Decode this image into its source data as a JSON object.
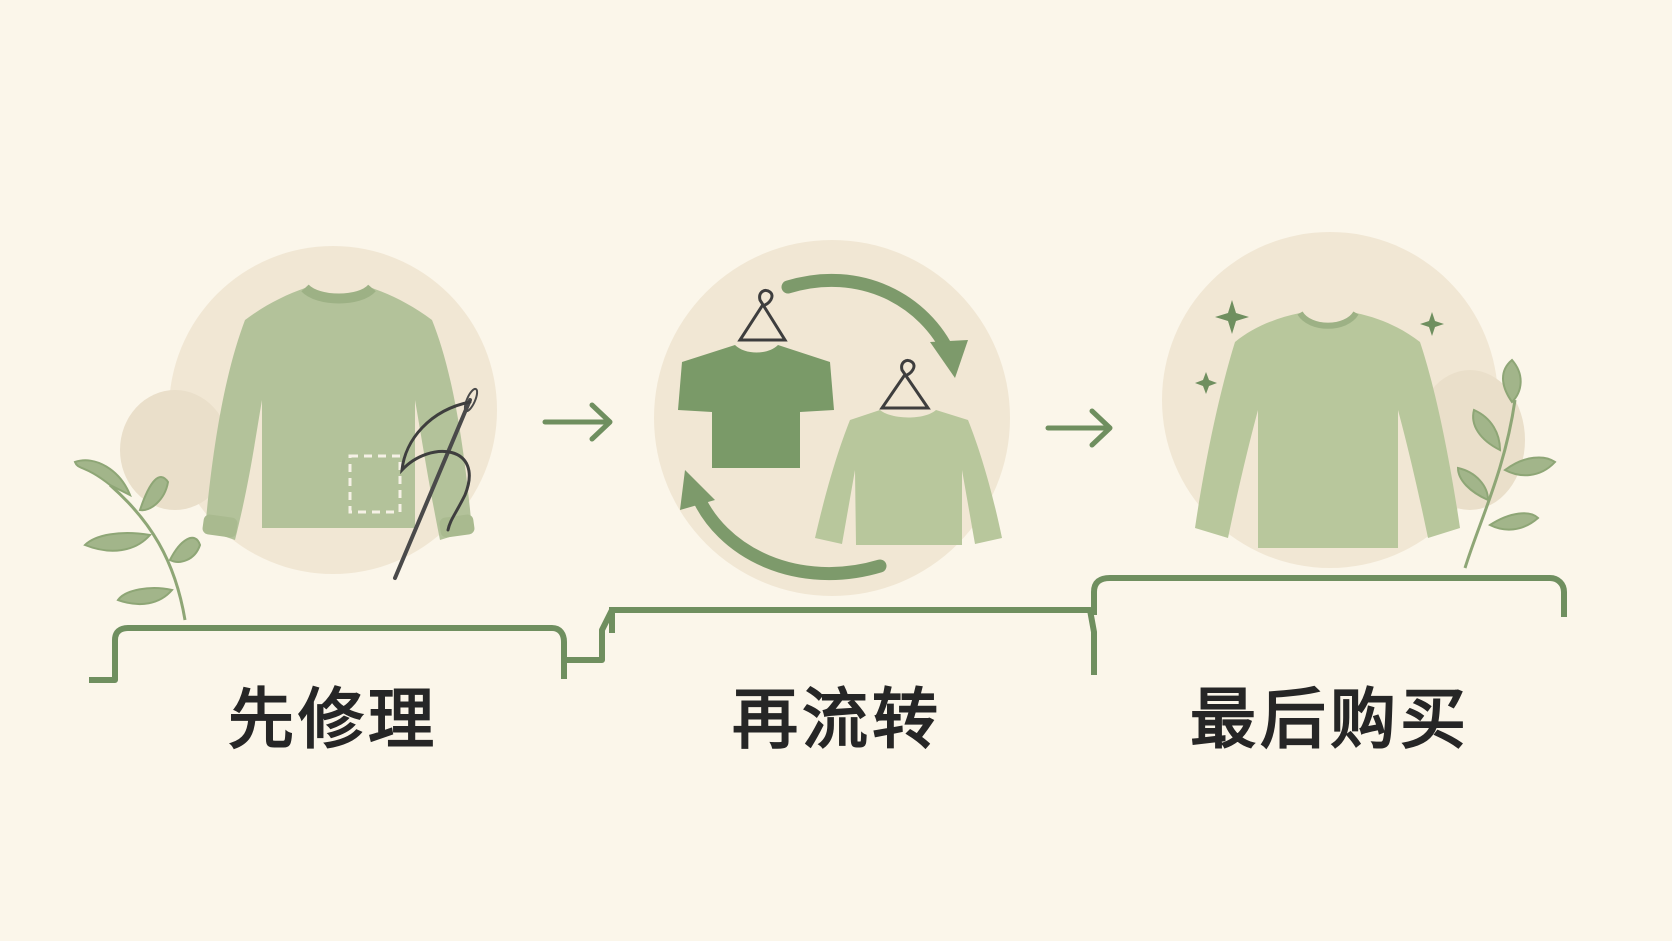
{
  "steps": [
    {
      "label": "先修理",
      "icon": "sweater-with-needle-and-patch-icon"
    },
    {
      "label": "再流转",
      "icon": "clothes-exchange-cycle-icon"
    },
    {
      "label": "最后购买",
      "icon": "new-sweater-with-sparkles-icon"
    }
  ],
  "connectors": [
    "arrow-right-icon",
    "arrow-right-icon"
  ],
  "colors": {
    "background": "#fbf6ea",
    "circle": "#f1e7d4",
    "green_dark": "#6f8f5f",
    "green_mid": "#97ad82",
    "green_light": "#b8c79c",
    "leaf": "#a2b58a",
    "text": "#262626",
    "needle": "#4a4a4a"
  }
}
